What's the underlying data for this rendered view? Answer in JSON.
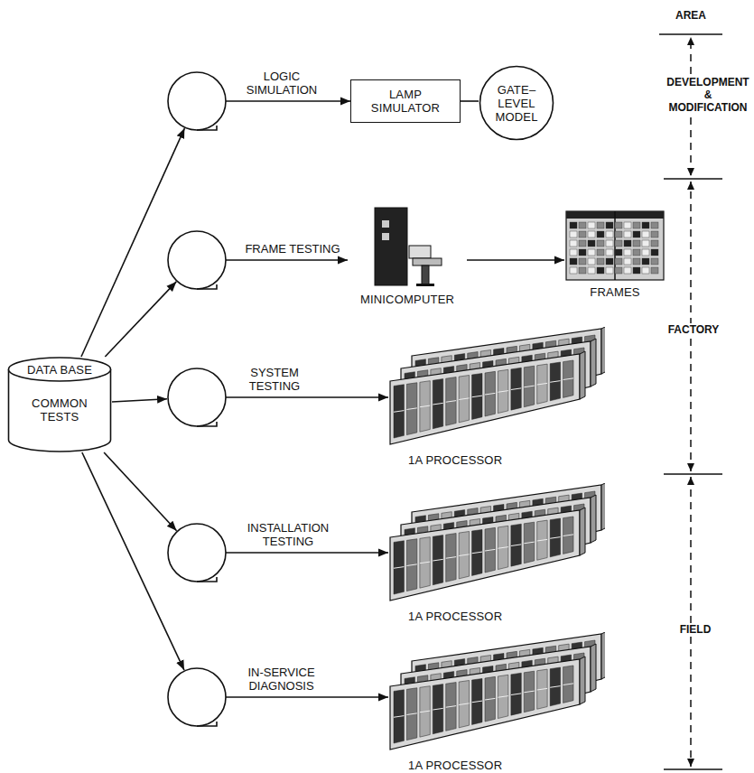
{
  "diagram": {
    "nodes": [
      {
        "text": [
          "DATA BASE",
          "COMMON TESTS"
        ]
      },
      {
        "text": [
          "LAMP SIMULATOR"
        ]
      },
      {
        "text": [
          "GATE– LEVEL MODEL"
        ]
      },
      {
        "text": [
          "MINICOMPUTER"
        ]
      },
      {
        "text": [
          "FRAMES"
        ]
      },
      {
        "text": [
          "1A PROCESSOR"
        ]
      },
      {
        "text": [
          "1A PROCESSOR"
        ]
      },
      {
        "text": [
          "1A PROCESSOR"
        ]
      }
    ],
    "edges": [
      {
        "from": 0,
        "to": 1,
        "label": "LOGIC SIMULATION",
        "arrow": "to"
      },
      {
        "from": 1,
        "to": 2,
        "arrow": "none"
      },
      {
        "from": 0,
        "to": 3,
        "label": "FRAME TESTING",
        "arrow": "to"
      },
      {
        "from": 3,
        "to": 4,
        "arrow": "to"
      },
      {
        "from": 0,
        "to": 5,
        "label": "SYSTEM TESTING",
        "arrow": "to"
      },
      {
        "from": 0,
        "to": 6,
        "label": "INSTALLATION TESTING",
        "arrow": "to"
      },
      {
        "from": 0,
        "to": 7,
        "label": "IN-SERVICE DIAGNOSIS",
        "arrow": "to"
      }
    ],
    "labels": [
      "AREA",
      "DEVELOPMENT & MODIFICATION",
      "FACTORY",
      "FIELD"
    ]
  }
}
